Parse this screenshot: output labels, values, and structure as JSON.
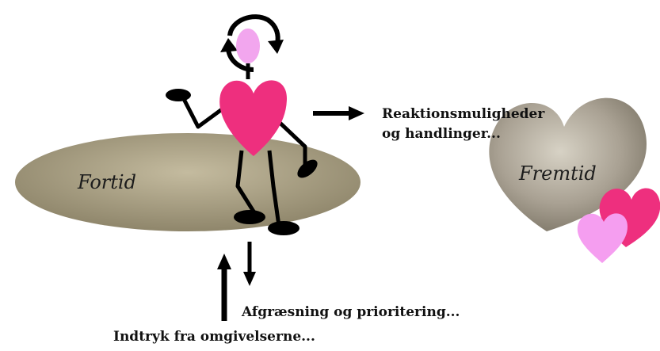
{
  "diagram": {
    "past_label": "Fortid",
    "future_label": "Fremtid",
    "reactions_line1": "Reaktionsmuligheder",
    "reactions_line2": "og handlinger...",
    "filtering": "Afgræsning og prioritering...",
    "impressions": "Indtryk fra omgivelserne..."
  },
  "colors": {
    "ground": "#a89f84",
    "stone": "#a9a193",
    "heart_pink": "#ee2f7e",
    "heart_light": "#f17fe0",
    "head": "#f2a6ee",
    "ink": "#000000"
  }
}
